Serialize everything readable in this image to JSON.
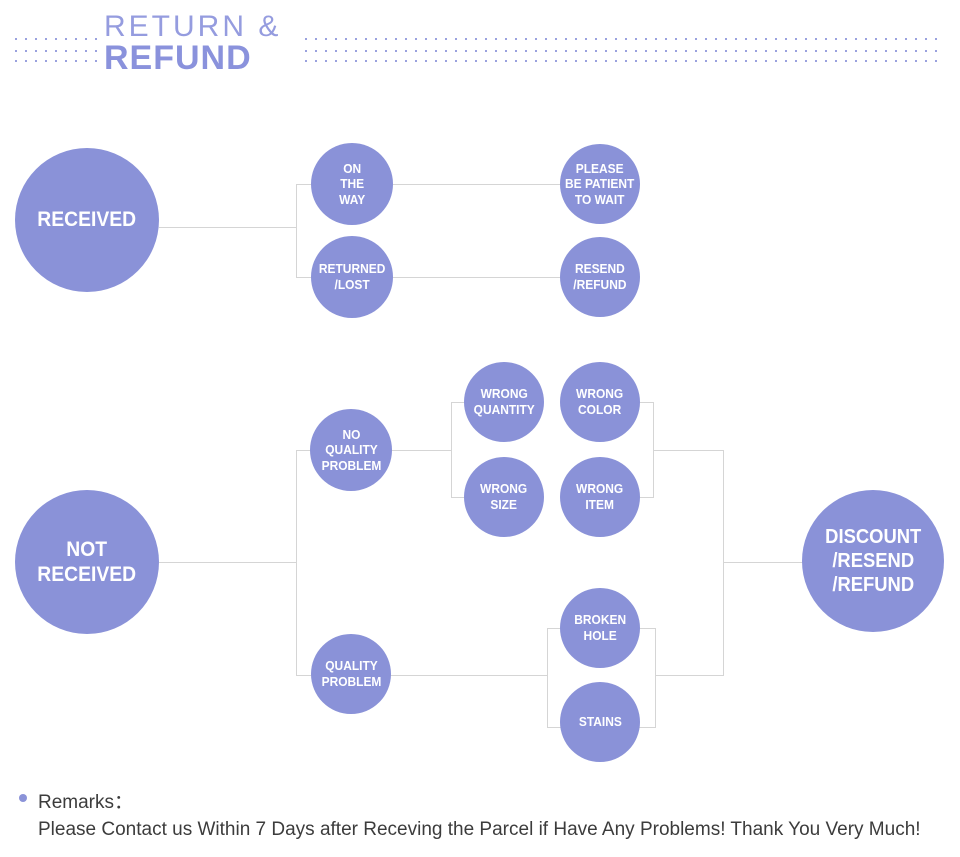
{
  "header": {
    "title_line1": "RETURN &",
    "title_line2": "REFUND"
  },
  "flowchart": {
    "nodes": {
      "received": {
        "label": "RECEIVED"
      },
      "on_the_way": {
        "label": "ON\nTHE\nWAY"
      },
      "returned_lost": {
        "label": "RETURNED\n/LOST"
      },
      "please_be_patient": {
        "label": "PLEASE\nBE PATIENT\nTO WAIT"
      },
      "resend_refund": {
        "label": "RESEND\n/REFUND"
      },
      "not_received": {
        "label": "NOT\nRECEIVED"
      },
      "no_quality_problem": {
        "label": "NO\nQUALITY\nPROBLEM"
      },
      "wrong_quantity": {
        "label": "WRONG\nQUANTITY"
      },
      "wrong_color": {
        "label": "WRONG\nCOLOR"
      },
      "wrong_size": {
        "label": "WRONG\nSIZE"
      },
      "wrong_item": {
        "label": "WRONG\nITEM"
      },
      "quality_problem": {
        "label": "QUALITY\nPROBLEM"
      },
      "broken_hole": {
        "label": "BROKEN\nHOLE"
      },
      "stains": {
        "label": "STAINS"
      },
      "discount_resend_refund": {
        "label": "DISCOUNT\n/RESEND\n/REFUND"
      }
    },
    "edges": [
      {
        "from": "received",
        "to": "on_the_way"
      },
      {
        "from": "received",
        "to": "returned_lost"
      },
      {
        "from": "on_the_way",
        "to": "please_be_patient"
      },
      {
        "from": "returned_lost",
        "to": "resend_refund"
      },
      {
        "from": "not_received",
        "to": "no_quality_problem"
      },
      {
        "from": "not_received",
        "to": "quality_problem"
      },
      {
        "from": "no_quality_problem",
        "to": "wrong_quantity"
      },
      {
        "from": "no_quality_problem",
        "to": "wrong_size"
      },
      {
        "from": "wrong_color",
        "to": "discount_resend_refund"
      },
      {
        "from": "wrong_item",
        "to": "discount_resend_refund"
      },
      {
        "from": "quality_problem",
        "to": "broken_hole"
      },
      {
        "from": "quality_problem",
        "to": "stains"
      },
      {
        "from": "broken_hole",
        "to": "discount_resend_refund"
      },
      {
        "from": "stains",
        "to": "discount_resend_refund"
      }
    ]
  },
  "remarks": {
    "heading": "Remarks：",
    "body": "Please Contact us Within 7 Days after Receving the Parcel if Have Any Problems! Thank You Very Much!"
  },
  "colors": {
    "node_fill": "#8a92d8",
    "node_text": "#ffffff",
    "connector": "#d5d5d5",
    "title": "#8a92dc",
    "dots": "#9aa1de",
    "remarks_text": "#3c3c3c",
    "background": "#ffffff"
  }
}
